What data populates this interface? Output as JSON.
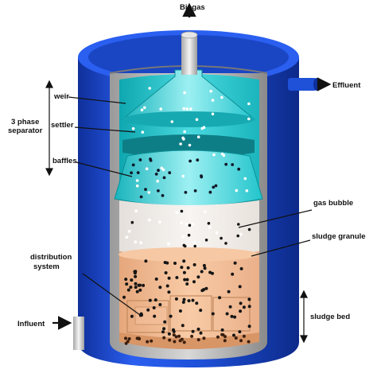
{
  "labels": {
    "biogas": "Biogas",
    "effluent": "Effluent",
    "influent": "Influent",
    "weir": "weir",
    "separator_line1": "3 phase",
    "separator_line2": "separator",
    "settler": "settler",
    "baffles": "baffles",
    "gas_bubble": "gas bubble",
    "sludge_granule": "sludge granule",
    "distribution_line1": "distribution",
    "distribution_line2": "system",
    "sludge_bed": "sludge bed"
  },
  "colors": {
    "tank_blue": "#1e50d8",
    "tank_blue_dark": "#0f2f9a",
    "water_cyan": "#22c4cc",
    "water_light": "#8ee9ec",
    "white_zone": "#f2eeea",
    "sludge_orange": "#f1b88e",
    "sludge_dark": "#e0a070"
  }
}
